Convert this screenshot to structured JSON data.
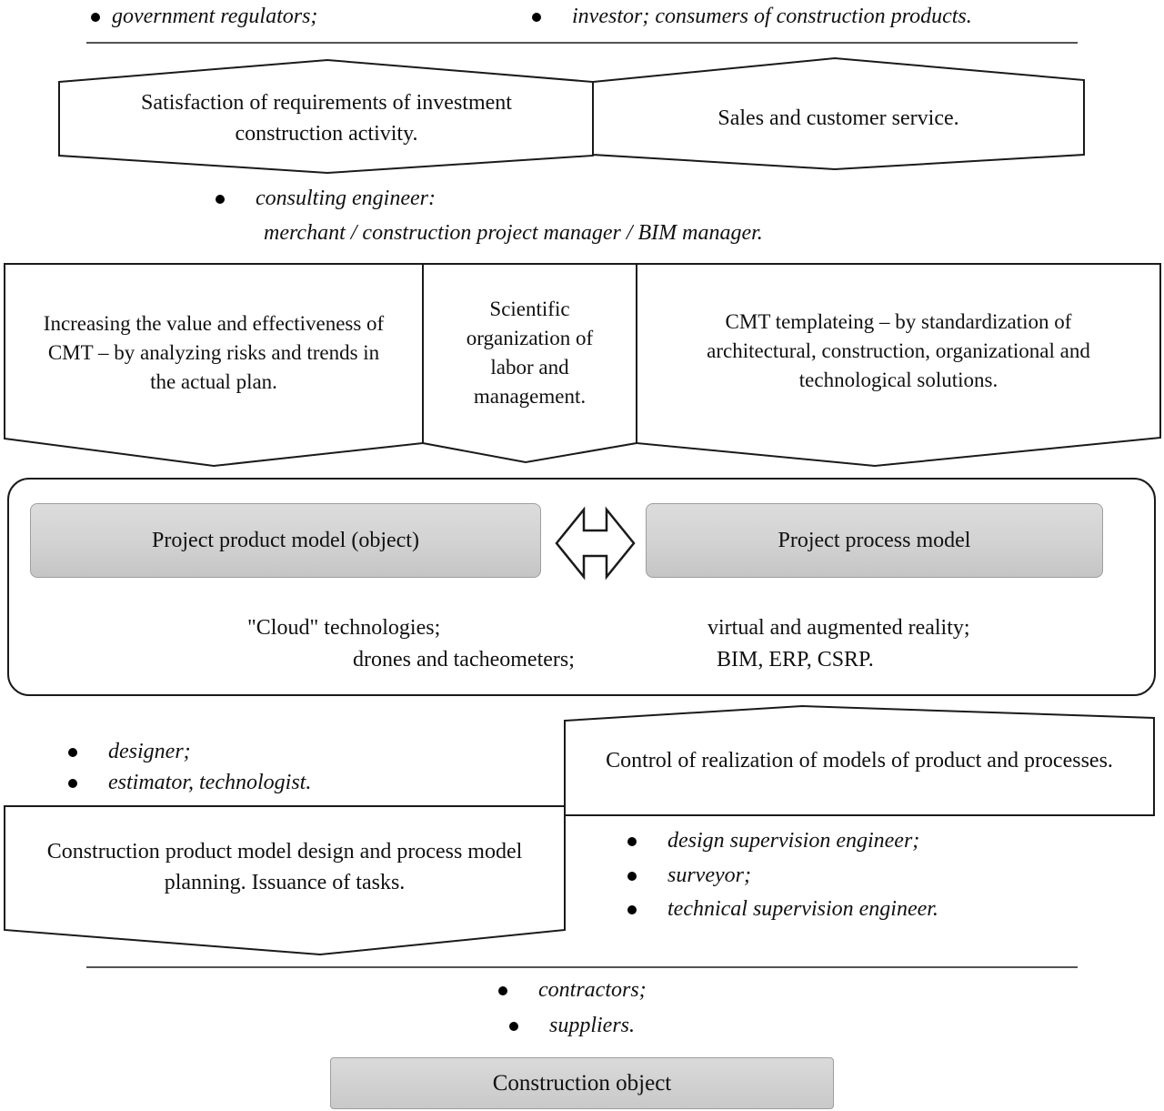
{
  "stakeholders_top": {
    "left": "government regulators;",
    "right": "investor; consumers of construction products."
  },
  "top_banners": {
    "satisfaction": "Satisfaction of requirements of investment construction activity.",
    "sales": "Sales and customer service."
  },
  "consulting": {
    "role": "consulting engineer:",
    "detail": "merchant / construction project manager / BIM manager."
  },
  "function_banners": {
    "increasing_value": "Increasing the value and effectiveness of CMT – by analyzing risks and trends in the actual plan.",
    "scientific_org": "Scientific organization of labor and management.",
    "cmt_templating": "CMT templateing – by standardization of architectural, construction, organizational and technological solutions."
  },
  "model_frame": {
    "product_model": "Project product model (object)",
    "process_model": "Project process model",
    "left_tech_line1": "\"Cloud\" technologies;",
    "left_tech_line2": "drones and tacheometers;",
    "right_tech_line1": "virtual and augmented reality;",
    "right_tech_line2": "BIM, ERP, CSRP."
  },
  "design_stage": {
    "left_bullets": [
      "designer;",
      "estimator, technologist."
    ],
    "control_box": "Control of realization of models of product and processes.",
    "design_box": "Construction product model design and process model planning. Issuance of tasks.",
    "right_bullets": [
      "design supervision engineer;",
      "surveyor;",
      "technical supervision engineer."
    ]
  },
  "execution": {
    "bullets": [
      "contractors;",
      "suppliers."
    ],
    "construction_object": "Construction object"
  },
  "colors": {
    "outline": "#1a1a1a",
    "gray_box_fill": "#d2d2d2",
    "background": "#ffffff"
  }
}
